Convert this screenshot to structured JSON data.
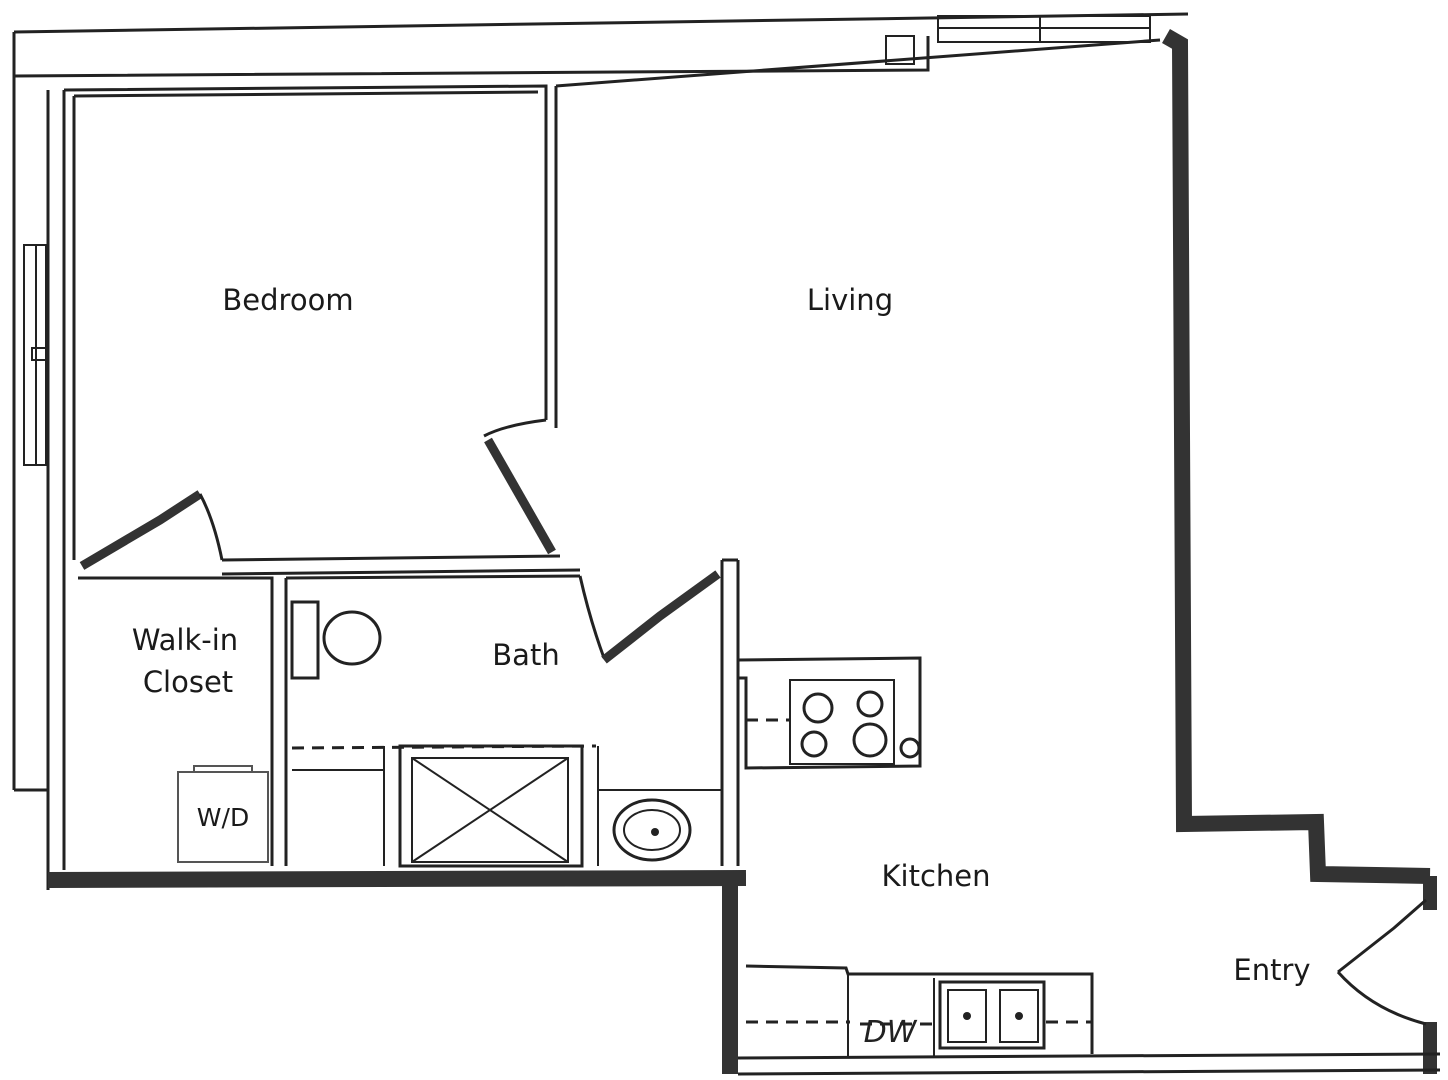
{
  "rooms": {
    "bedroom": "Bedroom",
    "living": "Living",
    "closet_line1": "Walk-in",
    "closet_line2": "Closet",
    "bath": "Bath",
    "kitchen": "Kitchen",
    "entry": "Entry"
  },
  "fixtures": {
    "washer_dryer": "W/D",
    "dishwasher": "DW"
  }
}
